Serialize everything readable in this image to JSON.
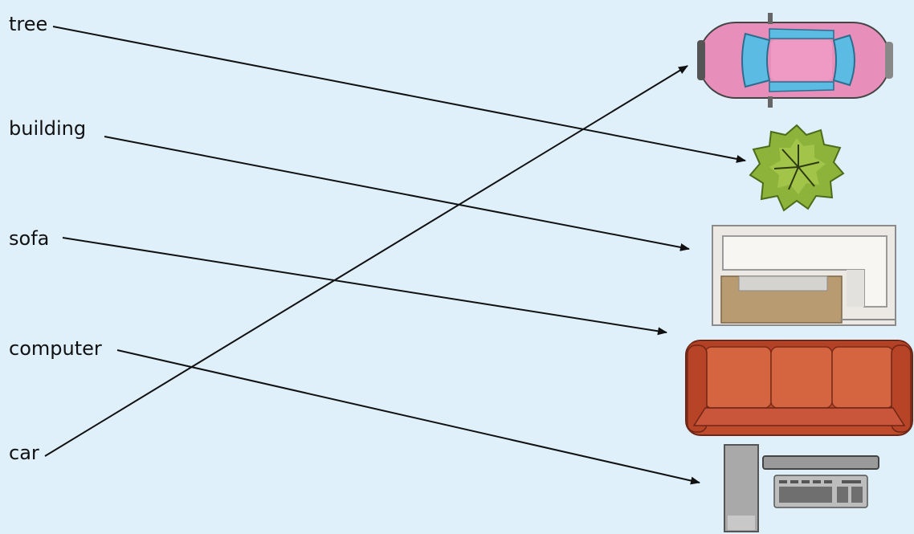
{
  "words": {
    "tree": "tree",
    "building": "building",
    "sofa": "sofa",
    "computer": "computer",
    "car": "car"
  },
  "pictures": [
    "car-top-view",
    "tree-top-view",
    "building-top-view",
    "sofa-top-view",
    "computer-top-view"
  ],
  "matches": [
    {
      "word": "tree",
      "picture": "tree-top-view"
    },
    {
      "word": "building",
      "picture": "building-top-view"
    },
    {
      "word": "sofa",
      "picture": "sofa-top-view"
    },
    {
      "word": "computer",
      "picture": "computer-top-view"
    },
    {
      "word": "car",
      "picture": "car-top-view"
    }
  ],
  "colors": {
    "background": "#dff0fb",
    "line": "#111111"
  }
}
